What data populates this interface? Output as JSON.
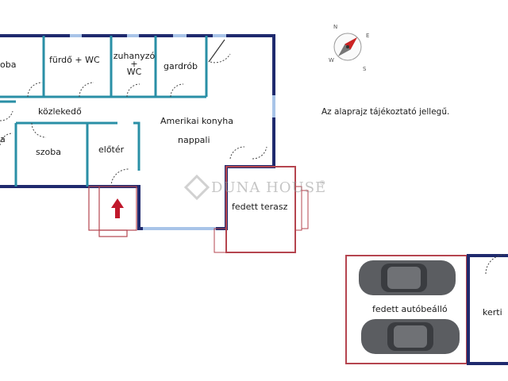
{
  "plan": {
    "note": "Az alaprajz tájékoztató jellegű.",
    "rooms": {
      "szoba_left": "oba",
      "furdo": "fürdő + WC",
      "zuhanyzo_line1": "zuhanyzó",
      "zuhanyzo_line2": "+",
      "zuhanyzo_line3": "WC",
      "gardrob": "gardrób",
      "kozlekedo": "közlekedő",
      "amerikai_konyha": "Amerikai konyha",
      "nappali": "nappali",
      "left_edge": "a",
      "szoba": "szoba",
      "eloter": "előtér",
      "fedett_terasz": "fedett terasz",
      "fedett_autobeallo": "fedett autóbeálló",
      "kerti": "kerti"
    },
    "watermark": "DUNA HOUSE",
    "compass_letters": [
      "N",
      "E",
      "S",
      "W"
    ],
    "colors": {
      "wall_dark": "#1f2a6e",
      "wall_teal": "#2a8fa6",
      "window": "#a8c4e8",
      "terrace_red": "#b5454f",
      "door": "#333333",
      "entrance_arrow": "#c0182c"
    }
  }
}
